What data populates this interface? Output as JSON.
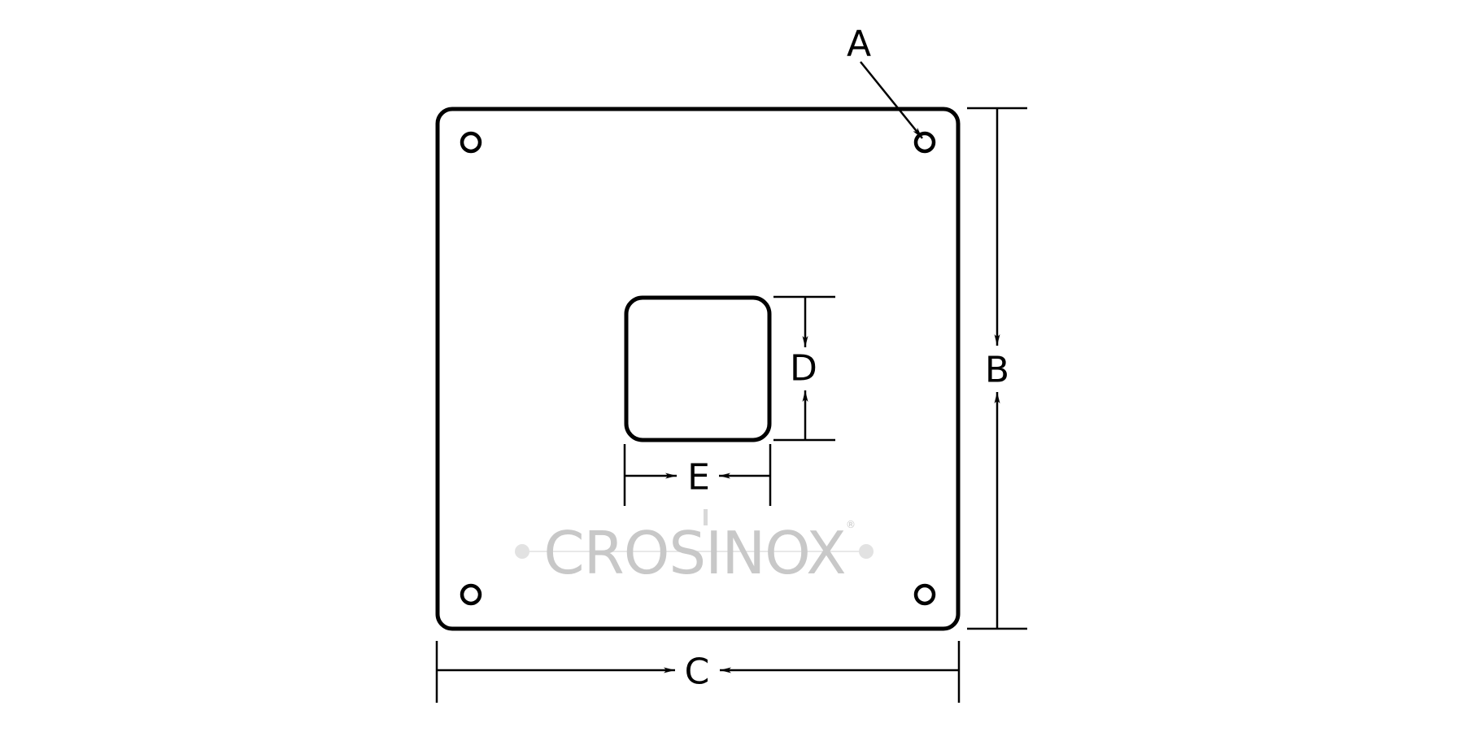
{
  "diagram": {
    "labels": {
      "a": "A",
      "b": "B",
      "c": "C",
      "d": "D",
      "e": "E"
    },
    "watermark": {
      "brand": "CROSINOX",
      "registered": "®"
    },
    "colors": {
      "line": "#000000",
      "watermark": "#c8c8c8"
    }
  }
}
